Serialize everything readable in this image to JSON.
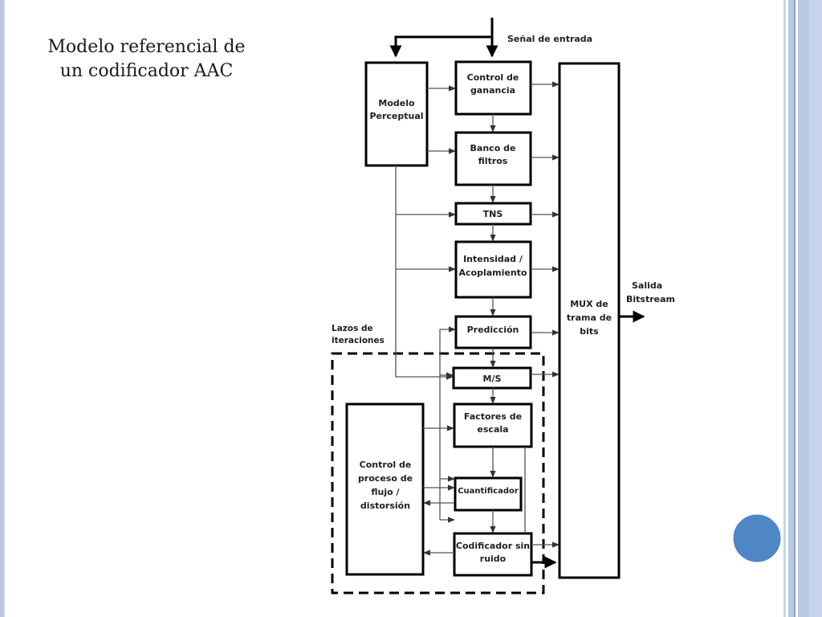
{
  "slide": {
    "title_line1": "Modelo referencial de",
    "title_line2": "un codificador AAC"
  },
  "diagram": {
    "input_label": "Señal de entrada",
    "output_label_line1": "Salida",
    "output_label_line2": "Bitstream",
    "loop_label_line1": "Lazos de",
    "loop_label_line2": "iteraciones",
    "blocks": {
      "perceptual_line1": "Modelo",
      "perceptual_line2": "Perceptual",
      "gain_line1": "Control de",
      "gain_line2": "ganancia",
      "filterbank_line1": "Banco de",
      "filterbank_line2": "filtros",
      "tns": "TNS",
      "intensity_line1": "Intensidad /",
      "intensity_line2": "Acoplamiento",
      "prediction": "Predicción",
      "ms": "M/S",
      "scalefactors_line1": "Factores de",
      "scalefactors_line2": "escala",
      "quantizer": "Cuantificador",
      "noiseless_line1": "Codificador sin",
      "noiseless_line2": "ruido",
      "mux_line1": "MUX de",
      "mux_line2": "trama de",
      "mux_line3": "bits",
      "rate_line1": "Control de",
      "rate_line2": "proceso de",
      "rate_line3": "flujo /",
      "rate_line4": "distorsión"
    }
  },
  "colors": {
    "frame_blue": "#b8c8e4",
    "frame_blue_dark": "#8aa0c8",
    "circle_blue": "#4f86c6"
  }
}
